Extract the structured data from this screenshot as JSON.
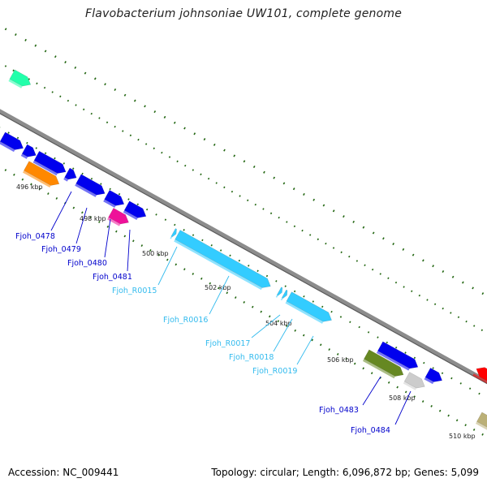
{
  "title": "Flavobacterium johnsoniae UW101, complete genome",
  "footer": {
    "accession": "Accession: NC_009441",
    "topology": "Topology: circular; Length: 6,096,872 bp; Genes: 5,099"
  },
  "ticks": [
    "496 kbp",
    "498 kbp",
    "500 kbp",
    "502 kbp",
    "504 kbp",
    "506 kbp",
    "508 kbp",
    "510 kbp"
  ],
  "gene_labels": [
    {
      "text": "Fjoh_0478",
      "color": "#0000cc"
    },
    {
      "text": "Fjoh_0479",
      "color": "#0000cc"
    },
    {
      "text": "Fjoh_0480",
      "color": "#0000cc"
    },
    {
      "text": "Fjoh_0481",
      "color": "#0000cc"
    },
    {
      "text": "Fjoh_R0015",
      "color": "#33bbee"
    },
    {
      "text": "Fjoh_R0016",
      "color": "#33bbee"
    },
    {
      "text": "Fjoh_R0017",
      "color": "#33bbee"
    },
    {
      "text": "Fjoh_R0018",
      "color": "#33bbee"
    },
    {
      "text": "Fjoh_R0019",
      "color": "#33bbee"
    },
    {
      "text": "Fjoh_0483",
      "color": "#0000cc"
    },
    {
      "text": "Fjoh_0484",
      "color": "#0000cc"
    }
  ],
  "colors": {
    "backbone": "#8c8c8c",
    "cds_blue": "#0000ee",
    "rrna_cyan": "#33ccff",
    "orange": "#ff8800",
    "magenta": "#ee1199",
    "olive": "#668822",
    "grey": "#cccccc",
    "navy": "#000066",
    "red": "#ff0000",
    "khaki": "#bbb077",
    "aqua": "#22ffaa",
    "dots": "#226611"
  }
}
